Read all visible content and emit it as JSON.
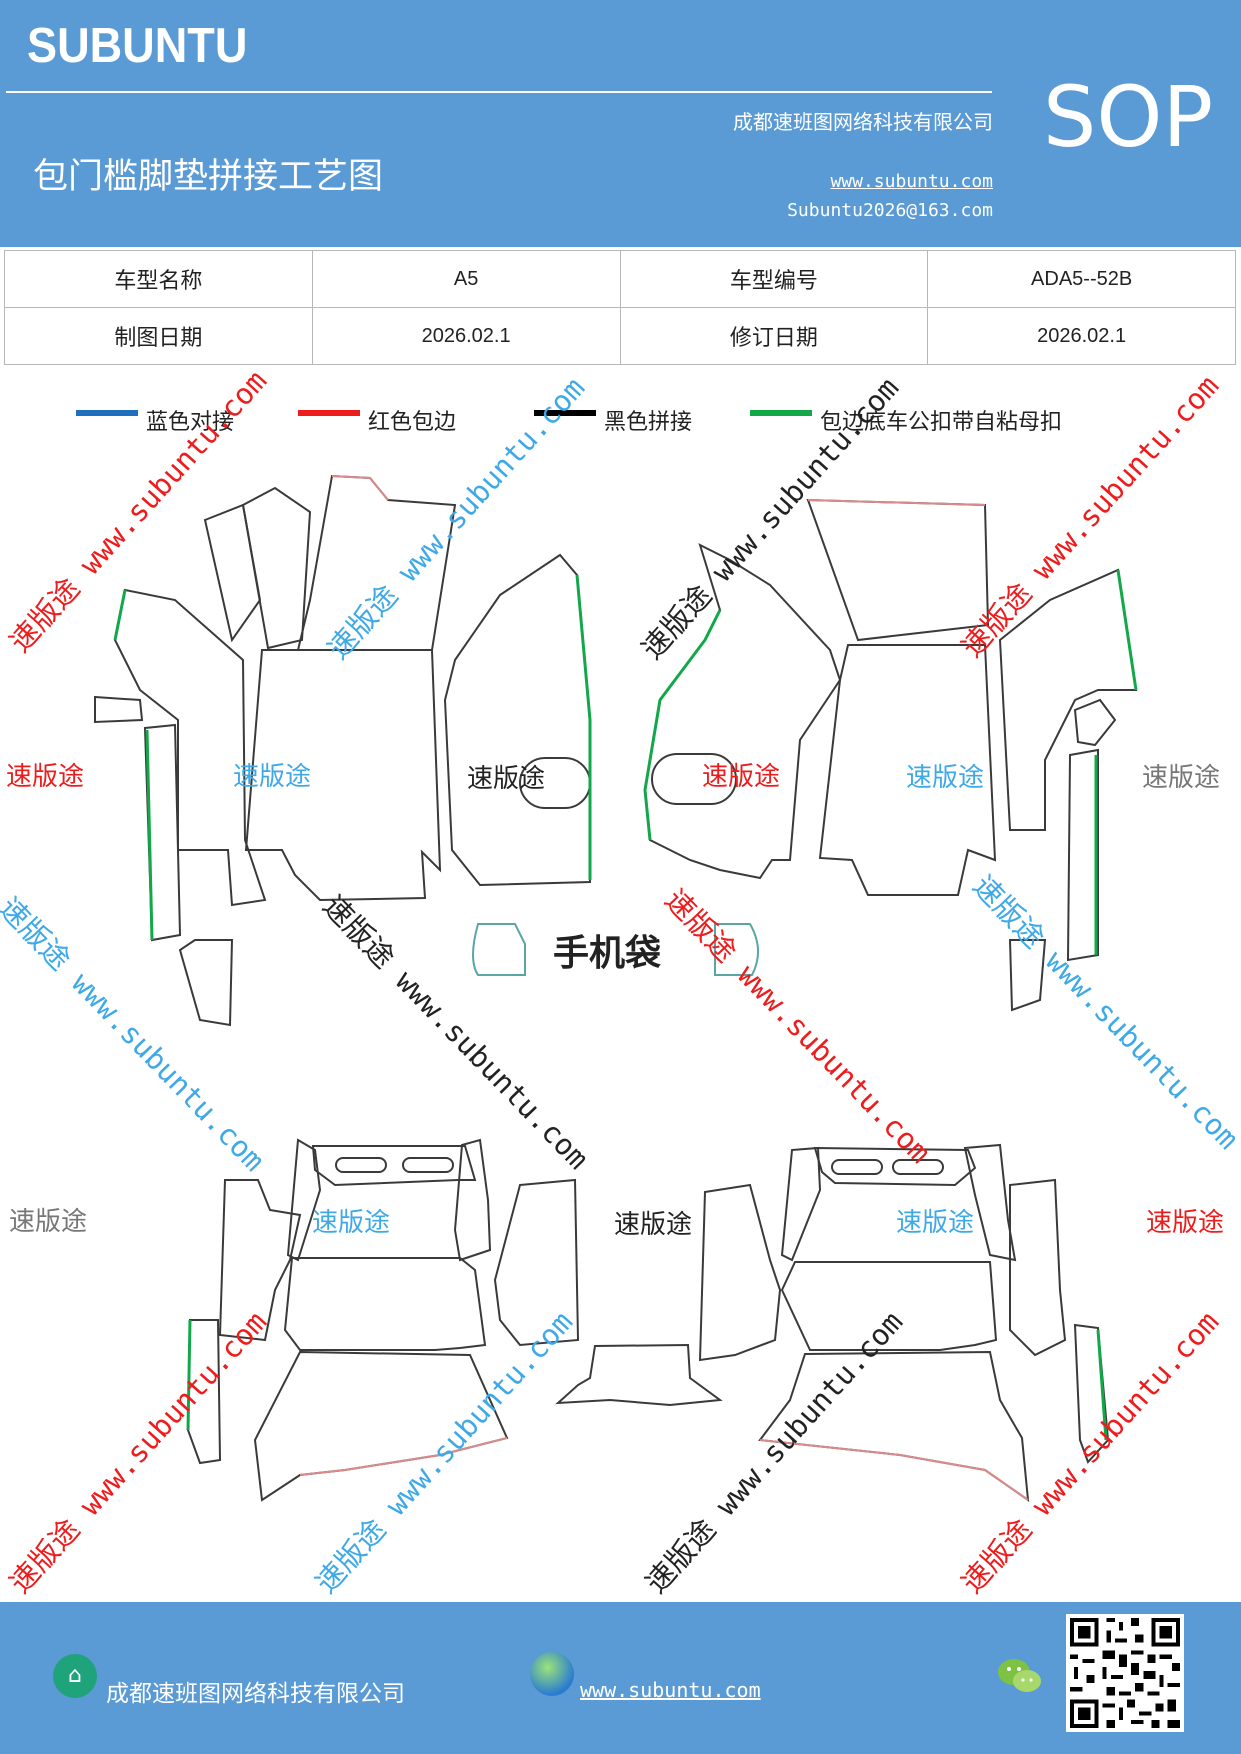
{
  "header": {
    "brand": "SUBUNTU",
    "company": "成都速班图网络科技有限公司",
    "doc_title": "包门槛脚垫拼接工艺图",
    "website": "www.subuntu.com",
    "email": "Subuntu2026@163.com",
    "badge": "SOP"
  },
  "info_table": {
    "rows": [
      [
        {
          "text": "车型名称"
        },
        {
          "text": "A5"
        },
        {
          "text": "车型编号"
        },
        {
          "text": "ADA5--52B"
        }
      ],
      [
        {
          "text": "制图日期"
        },
        {
          "text": "2026.02.1"
        },
        {
          "text": "修订日期"
        },
        {
          "text": "2026.02.1"
        }
      ]
    ]
  },
  "legend": [
    {
      "label": "蓝色对接",
      "color": "#1f6fbf"
    },
    {
      "label": "红色包边",
      "color": "#ee1c1c"
    },
    {
      "label": "黑色拼接",
      "color": "#000000"
    },
    {
      "label": "包边底车公扣带自粘母扣",
      "color": "#12a84a"
    }
  ],
  "watermarks": {
    "brand_text": "速版途",
    "domain_text": "www.subuntu.com",
    "colors": {
      "red": "#ee1c1c",
      "blue": "#3fa9e8",
      "black": "#222222",
      "gray": "#777777"
    }
  },
  "pattern": {
    "phone_bag_label": "手机袋",
    "line_color": "#3a3a3a",
    "edge_red": "#d98b8b",
    "edge_green": "#12a84a"
  },
  "footer": {
    "company": "成都速班图网络科技有限公司",
    "website": "www.subuntu.com",
    "icons": [
      "company-icon",
      "globe-icon",
      "wechat-icon",
      "qr-code"
    ]
  }
}
